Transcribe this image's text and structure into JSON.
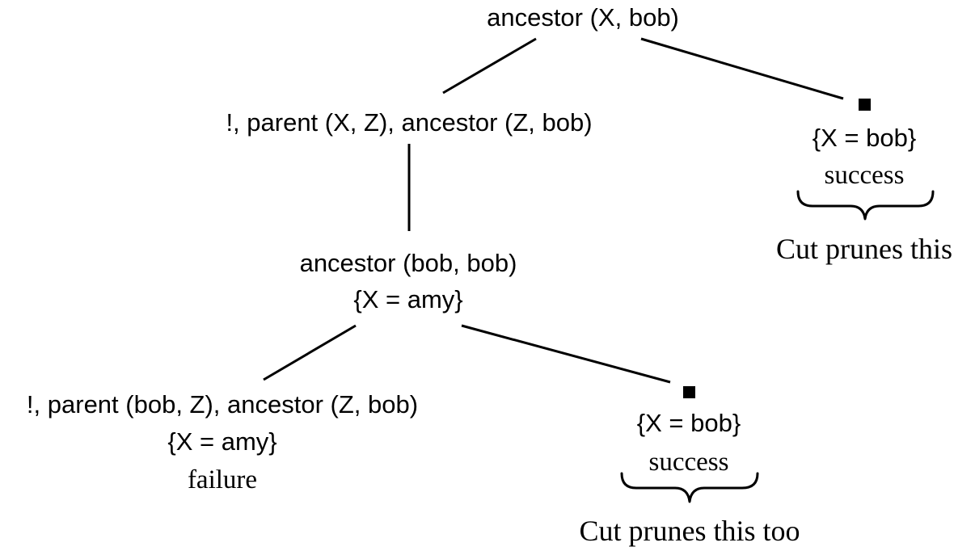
{
  "tree": {
    "root": "ancestor (X, bob)",
    "left_goal": "!, parent (X, Z), ancestor (Z, bob)",
    "right_binding": "{X = bob}",
    "right_status": "success",
    "right_note": "Cut prunes this",
    "middle_goal": "ancestor (bob, bob)",
    "middle_binding": "{X = amy}",
    "bottom_left_goal": "!, parent (bob, Z), ancestor (Z, bob)",
    "bottom_left_binding": "{X = amy}",
    "bottom_left_status": "failure",
    "bottom_right_binding": "{X = bob}",
    "bottom_right_status": "success",
    "bottom_right_note": "Cut prunes this too"
  }
}
